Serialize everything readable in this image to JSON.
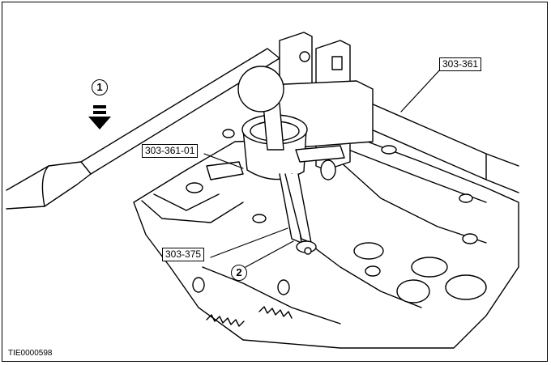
{
  "figure": {
    "callouts": [
      "1",
      "2"
    ],
    "tool_labels": {
      "handle_tool": "303-361",
      "adapter_tool": "303-361-01",
      "compressor_tool": "303-375"
    },
    "caption": "TIE0000598",
    "arrow_icon": "down-arrow-icon",
    "colors": {
      "ink": "#000000",
      "paper": "#ffffff"
    }
  }
}
